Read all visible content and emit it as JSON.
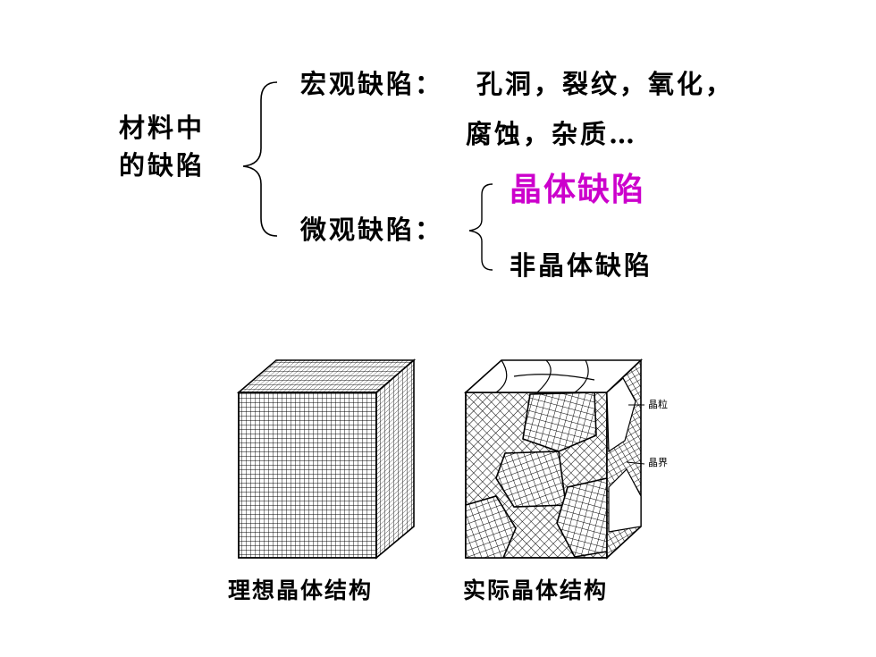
{
  "classification": {
    "root_line1": "材料中",
    "root_line2": "的缺陷",
    "macro_label": "宏观缺陷：",
    "macro_items_line1": "孔洞，裂纹，氧化，",
    "macro_items_line2": "腐蚀，杂质…",
    "micro_label": "微观缺陷：",
    "micro_crystal": "晶体缺陷",
    "micro_noncrystal": "非晶体缺陷"
  },
  "figures": {
    "ideal_caption": "理想晶体结构",
    "real_caption": "实际晶体结构",
    "label_grain": "晶粒",
    "label_boundary": "晶界"
  },
  "colors": {
    "highlight": "#cc00cc",
    "text": "#000000"
  }
}
